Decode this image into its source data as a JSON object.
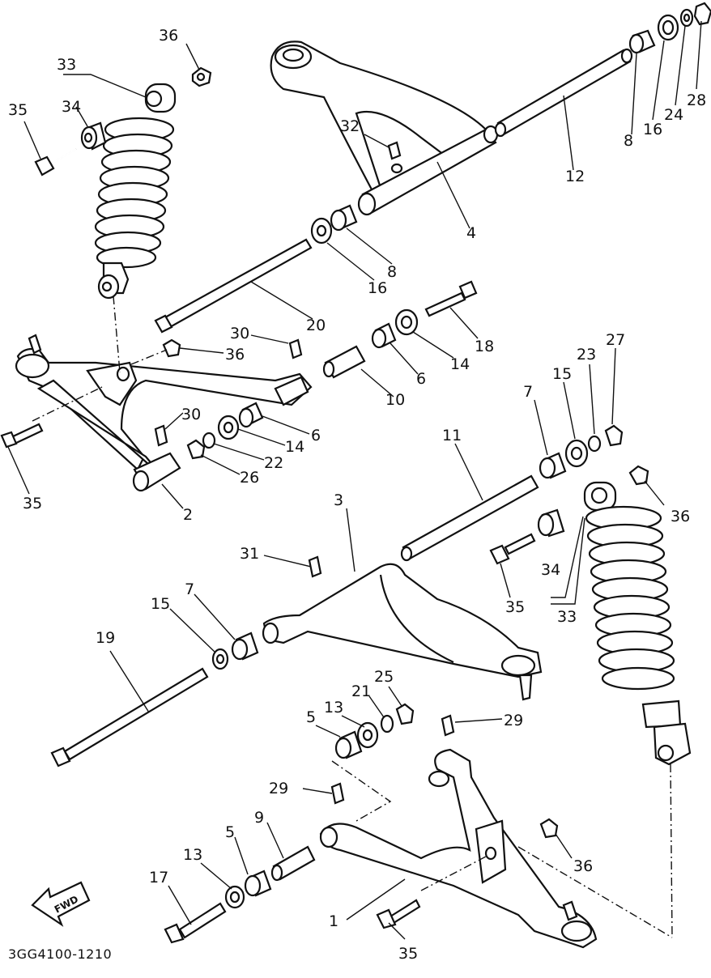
{
  "diagram_code": "3GG4100-1210",
  "fwd_label": "FWD",
  "callouts": [
    {
      "id": "c36a",
      "text": "36"
    },
    {
      "id": "c33a",
      "text": "33"
    },
    {
      "id": "c34a",
      "text": "34"
    },
    {
      "id": "c35a",
      "text": "35"
    },
    {
      "id": "c32",
      "text": "32"
    },
    {
      "id": "c4",
      "text": "4"
    },
    {
      "id": "c8a",
      "text": "8"
    },
    {
      "id": "c16a",
      "text": "16"
    },
    {
      "id": "c24",
      "text": "24"
    },
    {
      "id": "c28",
      "text": "28"
    },
    {
      "id": "c12",
      "text": "12"
    },
    {
      "id": "c8b",
      "text": "8"
    },
    {
      "id": "c16b",
      "text": "16"
    },
    {
      "id": "c20",
      "text": "20"
    },
    {
      "id": "c18",
      "text": "18"
    },
    {
      "id": "c30a",
      "text": "30"
    },
    {
      "id": "c36b",
      "text": "36"
    },
    {
      "id": "c14a",
      "text": "14"
    },
    {
      "id": "c6a",
      "text": "6"
    },
    {
      "id": "c10",
      "text": "10"
    },
    {
      "id": "c30b",
      "text": "30"
    },
    {
      "id": "c6b",
      "text": "6"
    },
    {
      "id": "c14b",
      "text": "14"
    },
    {
      "id": "c22",
      "text": "22"
    },
    {
      "id": "c26",
      "text": "26"
    },
    {
      "id": "c35b",
      "text": "35"
    },
    {
      "id": "c2",
      "text": "2"
    },
    {
      "id": "c7a",
      "text": "7"
    },
    {
      "id": "c15a",
      "text": "15"
    },
    {
      "id": "c23",
      "text": "23"
    },
    {
      "id": "c27",
      "text": "27"
    },
    {
      "id": "c11",
      "text": "11"
    },
    {
      "id": "c3",
      "text": "3"
    },
    {
      "id": "c36c",
      "text": "36"
    },
    {
      "id": "c31",
      "text": "31"
    },
    {
      "id": "c34b",
      "text": "34"
    },
    {
      "id": "c35c",
      "text": "35"
    },
    {
      "id": "c33b",
      "text": "33"
    },
    {
      "id": "c15b",
      "text": "15"
    },
    {
      "id": "c7b",
      "text": "7"
    },
    {
      "id": "c19",
      "text": "19"
    },
    {
      "id": "c21",
      "text": "21"
    },
    {
      "id": "c25",
      "text": "25"
    },
    {
      "id": "c5a",
      "text": "5"
    },
    {
      "id": "c13a",
      "text": "13"
    },
    {
      "id": "c29a",
      "text": "29"
    },
    {
      "id": "c29b",
      "text": "29"
    },
    {
      "id": "c9",
      "text": "9"
    },
    {
      "id": "c5b",
      "text": "5"
    },
    {
      "id": "c13b",
      "text": "13"
    },
    {
      "id": "c17",
      "text": "17"
    },
    {
      "id": "c36d",
      "text": "36"
    },
    {
      "id": "c1",
      "text": "1"
    },
    {
      "id": "c35d",
      "text": "35"
    }
  ]
}
